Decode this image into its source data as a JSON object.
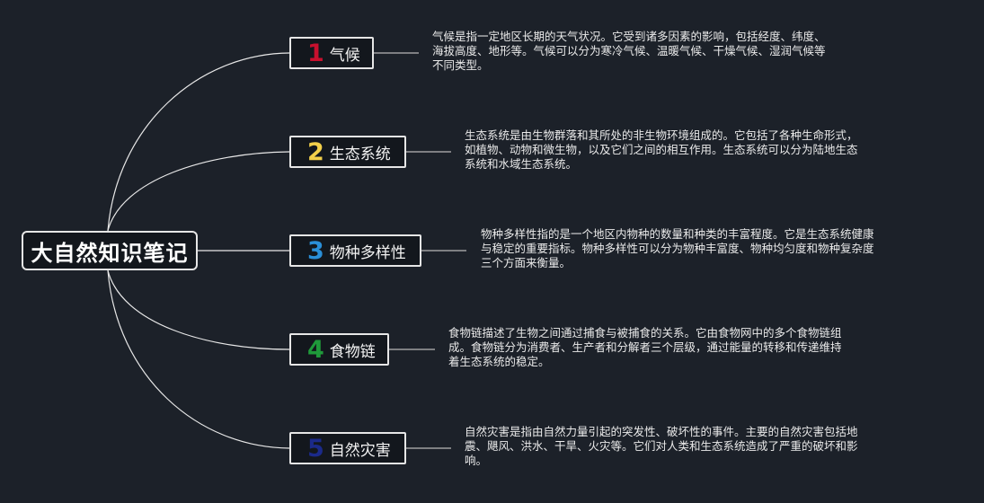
{
  "root": {
    "label": "大自然知识笔记"
  },
  "topics": [
    {
      "num": "1",
      "label": "气候",
      "color": "#c8102e",
      "lines": [
        "气候是指一定地区长期的天气状况。它受到诸多因素的影响，包括经度、纬度、",
        "海拔高度、地形等。气候可以分为寒冷气候、温暖气候、干燥气候、湿润气候等",
        "不同类型。"
      ]
    },
    {
      "num": "2",
      "label": "生态系统",
      "color": "#f2cf4a",
      "lines": [
        "生态系统是由生物群落和其所处的非生物环境组成的。它包括了各种生命形式，",
        "如植物、动物和微生物，以及它们之间的相互作用。生态系统可以分为陆地生态",
        "系统和水域生态系统。"
      ]
    },
    {
      "num": "3",
      "label": "物种多样性",
      "color": "#2a8fd8",
      "lines": [
        "物种多样性指的是一个地区内物种的数量和种类的丰富程度。它是生态系统健康",
        "与稳定的重要指标。物种多样性可以分为物种丰富度、物种均匀度和物种复杂度",
        "三个方面来衡量。"
      ]
    },
    {
      "num": "4",
      "label": "食物链",
      "color": "#1f9a3a",
      "lines": [
        "食物链描述了生物之间通过捕食与被捕食的关系。它由食物网中的多个食物链组",
        "成。食物链分为消费者、生产者和分解者三个层级，通过能量的转移和传递维持",
        "着生态系统的稳定。"
      ]
    },
    {
      "num": "5",
      "label": "自然灾害",
      "color": "#1b2a8a",
      "lines": [
        "自然灾害是指由自然力量引起的突发性、破坏性的事件。主要的自然灾害包括地",
        "震、飓风、洪水、干旱、火灾等。它们对人类和生态系统造成了严重的破坏和影",
        "响。"
      ]
    }
  ]
}
